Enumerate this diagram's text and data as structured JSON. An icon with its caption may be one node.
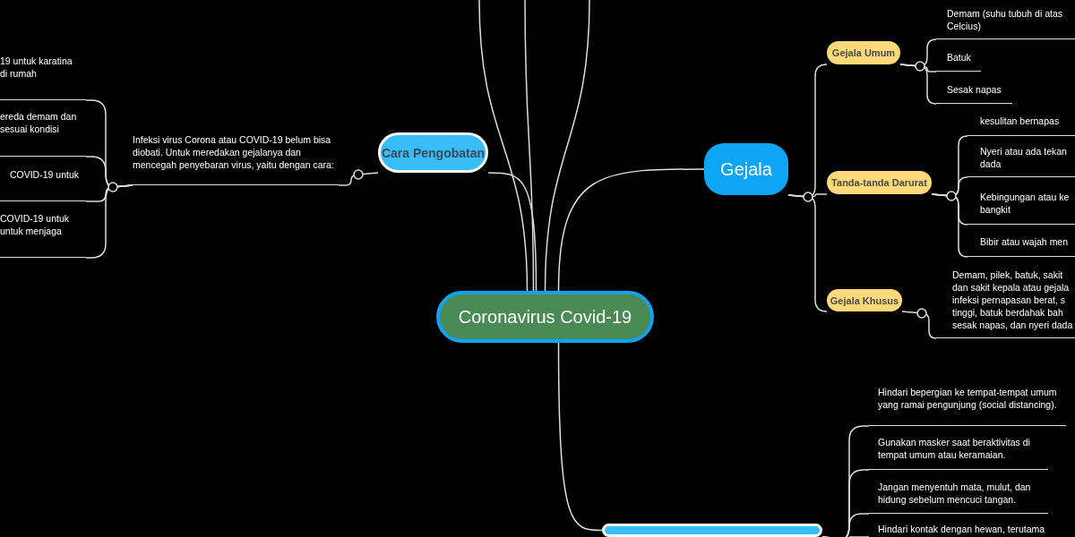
{
  "diagram": {
    "nodes": [
      {
        "text": [
          "Coronavirus Covid-19"
        ]
      },
      {
        "text": [
          "Gejala"
        ]
      },
      {
        "text": [
          "Gejala Umum"
        ]
      },
      {
        "text": [
          "Demam (suhu tubuh di atas Celcius)"
        ]
      },
      {
        "text": [
          "Batuk"
        ]
      },
      {
        "text": [
          "Sesak napas"
        ]
      },
      {
        "text": [
          "Tanda-tanda Darurat"
        ]
      },
      {
        "text": [
          "kesulitan bernapas"
        ]
      },
      {
        "text": [
          "Nyeri atau ada tekan dada"
        ]
      },
      {
        "text": [
          "Kebingungan atau ke bangkit"
        ]
      },
      {
        "text": [
          "Bibir atau wajah men"
        ]
      },
      {
        "text": [
          "Gejala Khusus"
        ]
      },
      {
        "text": [
          "Demam, pilek, batuk, sakit dan sakit kepala atau gejala infeksi pernapasan berat, s tinggi, batuk berdahak bah sesak napas, dan nyeri dada"
        ]
      },
      {
        "text": [
          "Cara Pengobatan"
        ]
      },
      {
        "text": [
          "Infeksi virus Corona atau COVID-19 belum bisa diobati. Untuk meredakan gejalanya dan mencegah penyebaran virus, yaitu dengan cara:"
        ]
      },
      {
        "text": [
          "19 untuk karatina di rumah"
        ]
      },
      {
        "text": [
          "ereda demam dan sesuai kondisi"
        ]
      },
      {
        "text": [
          "COVID-19 untuk"
        ]
      },
      {
        "text": [
          "COVID-19 untuk untuk menjaga"
        ]
      },
      {
        "text": [
          "Hindari bepergian ke tempat-tempat umum yang ramai pengunjung (social distancing)."
        ]
      },
      {
        "text": [
          "Gunakan masker saat beraktivitas di tempat umum atau keramaian."
        ]
      },
      {
        "text": [
          "Jangan menyentuh mata, mulut, dan hidung sebelum mencuci tangan."
        ]
      },
      {
        "text": [
          "Hindari kontak dengan hewan, terutama"
        ]
      },
      {
        "text": [],
        "shape": "box"
      }
    ],
    "edges": [
      {
        "from": 0,
        "to": 1,
        "arrow": "none"
      },
      {
        "from": 1,
        "to": 2,
        "arrow": "none"
      },
      {
        "from": 2,
        "to": 3,
        "arrow": "none"
      },
      {
        "from": 2,
        "to": 4,
        "arrow": "none"
      },
      {
        "from": 2,
        "to": 5,
        "arrow": "none"
      },
      {
        "from": 1,
        "to": 6,
        "arrow": "none"
      },
      {
        "from": 6,
        "to": 7,
        "arrow": "none"
      },
      {
        "from": 6,
        "to": 8,
        "arrow": "none"
      },
      {
        "from": 6,
        "to": 9,
        "arrow": "none"
      },
      {
        "from": 6,
        "to": 10,
        "arrow": "none"
      },
      {
        "from": 1,
        "to": 11,
        "arrow": "none"
      },
      {
        "from": 11,
        "to": 12,
        "arrow": "none"
      },
      {
        "from": 0,
        "to": 13,
        "arrow": "none"
      },
      {
        "from": 13,
        "to": 14,
        "arrow": "none"
      },
      {
        "from": 14,
        "to": 15,
        "arrow": "none"
      },
      {
        "from": 14,
        "to": 16,
        "arrow": "none"
      },
      {
        "from": 14,
        "to": 17,
        "arrow": "none"
      },
      {
        "from": 14,
        "to": 18,
        "arrow": "none"
      },
      {
        "from": 0,
        "to": 23,
        "arrow": "none"
      },
      {
        "from": 23,
        "to": 19,
        "arrow": "none"
      },
      {
        "from": 23,
        "to": 20,
        "arrow": "none"
      },
      {
        "from": 23,
        "to": 21,
        "arrow": "none"
      },
      {
        "from": 23,
        "to": 22,
        "arrow": "none"
      },
      {
        "from": 0,
        "to": null,
        "arrow": "none"
      },
      {
        "from": 0,
        "to": null,
        "arrow": "none"
      },
      {
        "from": 0,
        "to": null,
        "arrow": "none"
      }
    ]
  }
}
